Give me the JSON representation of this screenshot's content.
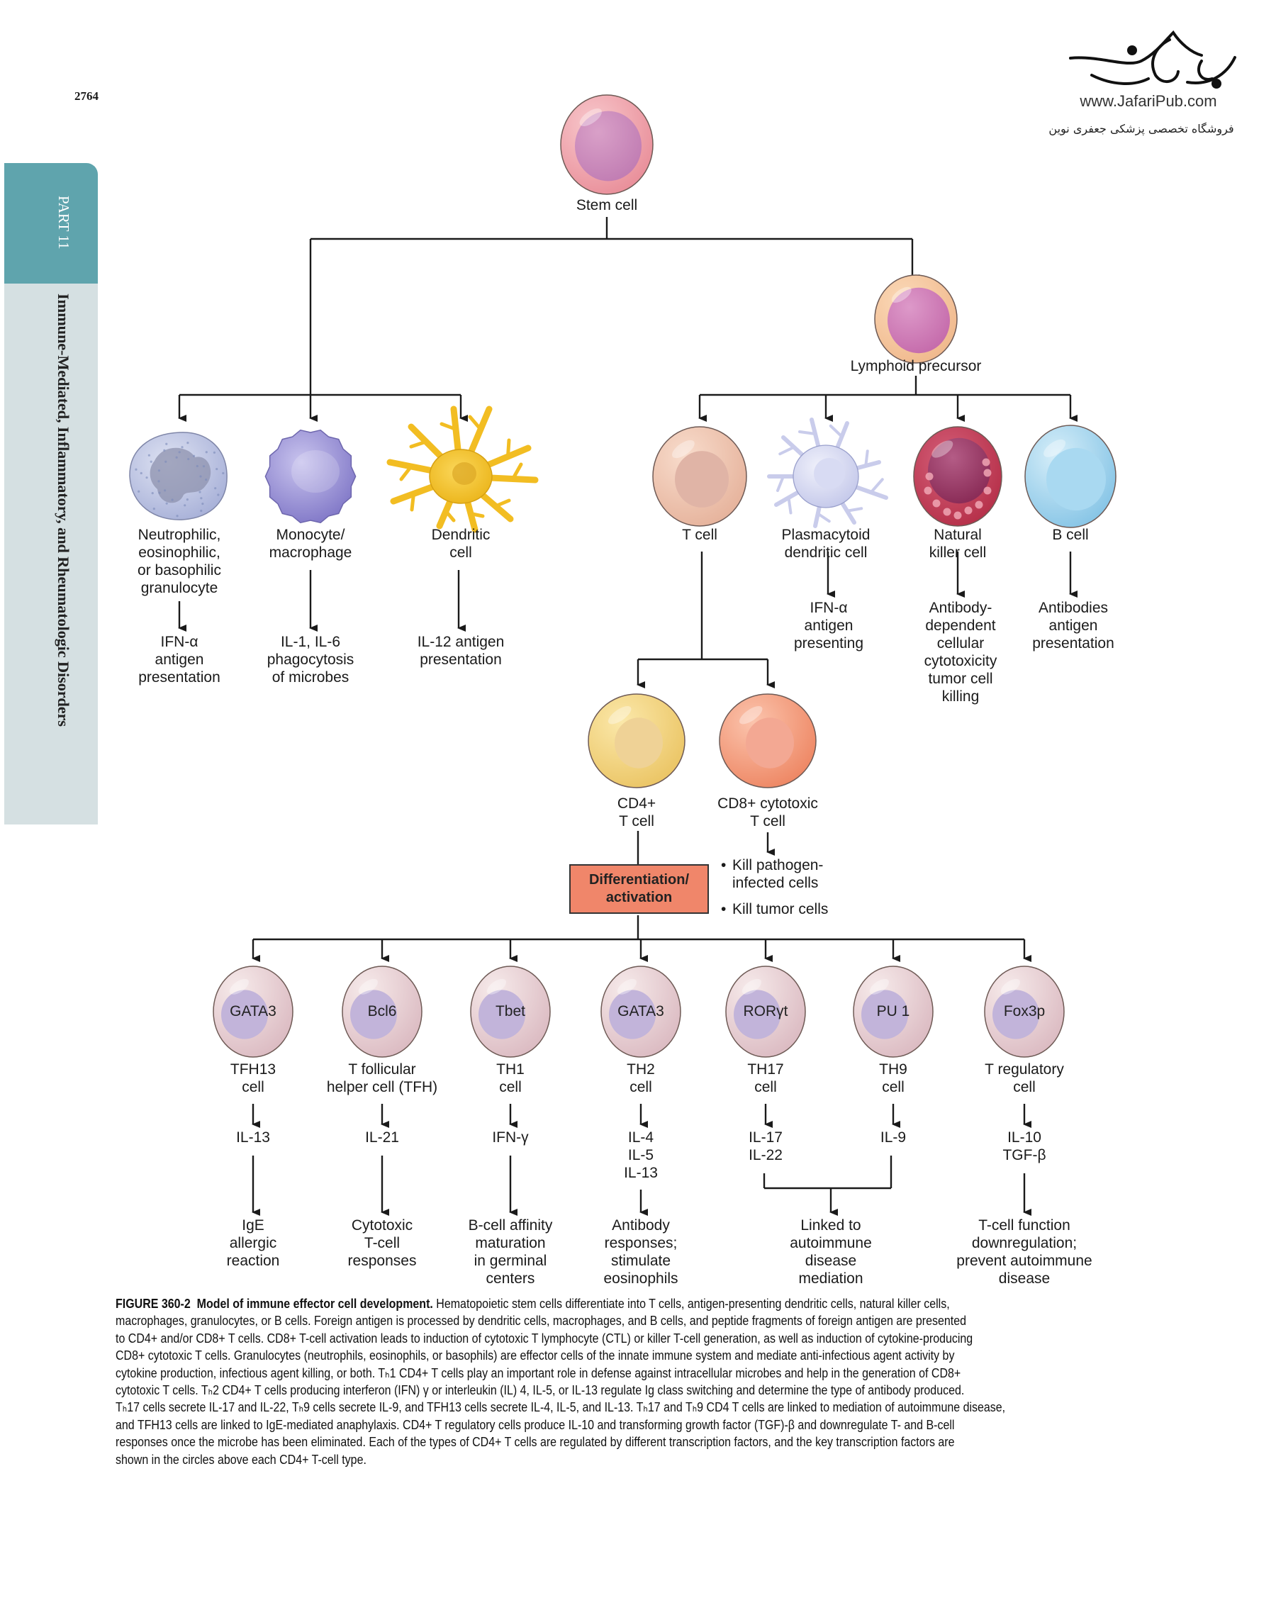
{
  "page": {
    "number": "2764",
    "part_tab": "PART 11",
    "section_title": "Immune-Mediated, Inflammatory, and Rheumatologic Disorders"
  },
  "watermark": {
    "logo_icon": "jafaripub-calligraphy-logo",
    "url": "www.JafariPub.com",
    "tagline": "فروشگاه تخصصی پزشکی جعفری نوین"
  },
  "diagram": {
    "root": {
      "label": "Stem cell"
    },
    "lymphoid_precursor": {
      "label": "Lymphoid precursor"
    },
    "myeloid_cells": [
      {
        "label": [
          "Neutrophilic,",
          "eosinophilic,",
          "or basophilic",
          "granulocyte"
        ],
        "function": [
          "IFN-α",
          "antigen",
          "presentation"
        ]
      },
      {
        "label": [
          "Monocyte/",
          "macrophage"
        ],
        "function": [
          "IL-1, IL-6",
          "phagocytosis",
          "of microbes"
        ]
      },
      {
        "label": [
          "Dendritic",
          "cell"
        ],
        "function": [
          "IL-12 antigen",
          "presentation"
        ]
      }
    ],
    "lymphoid_cells": [
      {
        "label": [
          "T cell"
        ],
        "function": []
      },
      {
        "label": [
          "Plasmacytoid",
          "dendritic cell"
        ],
        "function": [
          "IFN-α",
          "antigen",
          "presenting"
        ]
      },
      {
        "label": [
          "Natural",
          "killer cell"
        ],
        "function": [
          "Antibody-",
          "dependent",
          "cellular",
          "cytotoxicity",
          "tumor cell",
          "killing"
        ]
      },
      {
        "label": [
          "B cell"
        ],
        "function": [
          "Antibodies",
          "antigen",
          "presentation"
        ]
      }
    ],
    "t_subsets": [
      {
        "label": [
          "CD4+",
          "T cell"
        ]
      },
      {
        "label": [
          "CD8+ cytotoxic",
          "T cell"
        ],
        "functions": [
          "Kill pathogen-",
          "infected cells",
          "Kill tumor cells"
        ]
      }
    ],
    "activation_box": [
      "Differentiation/",
      "activation"
    ],
    "cd4_effectors": [
      {
        "tf": "GATA3",
        "label": [
          "TFH13",
          "cell"
        ],
        "cytokines": [
          "IL-13"
        ],
        "outcome": [
          "IgE",
          "allergic",
          "reaction"
        ]
      },
      {
        "tf": "Bcl6",
        "label": [
          "T follicular",
          "helper cell (TFH)"
        ],
        "cytokines": [
          "IL-21"
        ],
        "outcome": [
          "Cytotoxic",
          "T-cell",
          "responses"
        ]
      },
      {
        "tf": "Tbet",
        "label": [
          "TH1",
          "cell"
        ],
        "cytokines": [
          "IFN-γ"
        ],
        "outcome": [
          "B-cell affinity",
          "maturation",
          "in germinal",
          "centers"
        ]
      },
      {
        "tf": "GATA3",
        "label": [
          "TH2",
          "cell"
        ],
        "cytokines": [
          "IL-4",
          "IL-5",
          "IL-13"
        ],
        "outcome": [
          "Antibody",
          "responses;",
          "stimulate",
          "eosinophils"
        ]
      },
      {
        "tf": "RORγt",
        "label": [
          "TH17",
          "cell"
        ],
        "cytokines": [
          "IL-17",
          "IL-22"
        ],
        "outcome": []
      },
      {
        "tf": "PU 1",
        "label": [
          "TH9",
          "cell"
        ],
        "cytokines": [
          "IL-9"
        ],
        "outcome": []
      },
      {
        "tf": "Fox3p",
        "label": [
          "T regulatory",
          "cell"
        ],
        "cytokines": [
          "IL-10",
          "TGF-β"
        ],
        "outcome": [
          "T-cell function",
          "downregulation;",
          "prevent autoimmune",
          "disease"
        ]
      }
    ],
    "shared_outcome_th17_th9": [
      "Linked to",
      "autoimmune",
      "disease",
      "mediation"
    ]
  },
  "caption": {
    "figure_label": "FIGURE 360-2",
    "title": "Model of immune effector cell development.",
    "lines": [
      " Hematopoietic stem cells differentiate into T cells, antigen-presenting dendritic cells, natural killer cells,",
      "macrophages, granulocytes, or B cells. Foreign antigen is processed by dendritic cells, macrophages, and B cells, and peptide fragments of foreign antigen are presented",
      "to CD4+ and/or CD8+ T cells. CD8+ T-cell activation leads to induction of cytotoxic T lymphocyte (CTL) or killer T-cell generation, as well as induction of cytokine-producing",
      "CD8+ cytotoxic T cells. Granulocytes (neutrophils, eosinophils, or basophils) are effector cells of the innate immune system and mediate anti-infectious agent activity by",
      "cytokine production, infectious agent killing, or both. Tₕ1 CD4+ T cells play an important role in defense against intracellular microbes and help in the generation of CD8+",
      "cytotoxic T cells. Tₕ2 CD4+ T cells producing interferon (IFN) γ or interleukin (IL) 4, IL-5, or IL-13 regulate Ig class switching and determine the type of antibody produced.",
      "Tₕ17 cells secrete IL-17 and IL-22, Tₕ9 cells secrete IL-9, and TFH13 cells secrete IL-4, IL-5, and IL-13. Tₕ17 and Tₕ9 CD4 T cells are linked to mediation of autoimmune disease,",
      "and TFH13 cells are linked to IgE-mediated anaphylaxis. CD4+ T regulatory cells produce IL-10 and transforming growth factor (TGF)-β and downregulate T- and B-cell",
      "responses once the microbe has been eliminated. Each of the types of CD4+ T cells are regulated by different transcription factors, and the key transcription factors are",
      "shown in the circles above each CD4+ T-cell type."
    ]
  },
  "colors": {
    "part_tab": "#5fa4ad",
    "section_tab": "#d5e0e2",
    "activation_box": "#f0866a",
    "stem_cell": "#f2a7b0",
    "lymphoid_precursor": "#f6c69f",
    "t_cell": "#efc6b2",
    "cd4_cell": "#f1d486",
    "cd8_cell": "#f59b7d",
    "nk_cell": "#b83550",
    "b_cell": "#9fd3ee",
    "monocyte": "#9a93d6",
    "granulocyte": "#b9c2e3",
    "dendritic": "#f3c127",
    "effector_cell": "#ead4d7",
    "nucleus": "#b6a6d6"
  }
}
